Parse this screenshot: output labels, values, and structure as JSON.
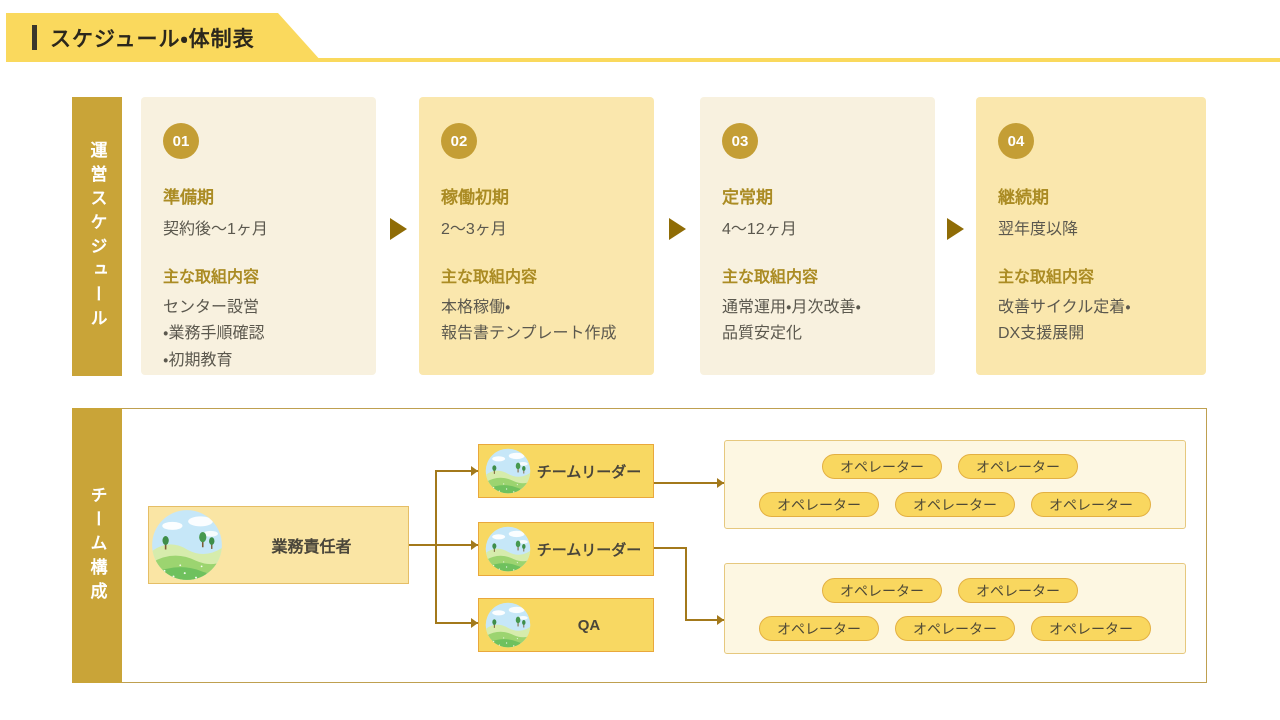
{
  "page": {
    "title": "スケジュール・体制表"
  },
  "schedule": {
    "section_label": "運営スケジュール",
    "phases": [
      {
        "number": "01",
        "name": "準備期",
        "period": "契約後〜1ヶ月",
        "activities_heading": "主な取組内容",
        "activity_lines": [
          "センター設営",
          "・業務手順確認",
          "・初期教育"
        ]
      },
      {
        "number": "02",
        "name": "稼働初期",
        "period": "2〜3ヶ月",
        "activities_heading": "主な取組内容",
        "activity_lines": [
          "本格稼働・",
          "報告書テンプレート作成"
        ]
      },
      {
        "number": "03",
        "name": "定常期",
        "period": "4〜12ヶ月",
        "activities_heading": "主な取組内容",
        "activity_lines": [
          "通常運用・月次改善・",
          "品質安定化"
        ]
      },
      {
        "number": "04",
        "name": "継続期",
        "period": "翌年度以降",
        "activities_heading": "主な取組内容",
        "activity_lines": [
          "改善サイクル定着・",
          "DX支援展開"
        ]
      }
    ]
  },
  "team": {
    "section_label": "チーム構成",
    "manager_label": "業務責任者",
    "lead_labels": [
      "チームリーダー",
      "チームリーダー",
      "QA"
    ],
    "operator_label": "オペレーター"
  },
  "colors": {
    "banner_yellow": "#FAD95D",
    "side_bar_gold": "#C9A438",
    "card_cream": "#F8F1DF",
    "card_yellow": "#FAE7AD",
    "number_circle_gold": "#C49E35",
    "heading_gold": "#AB8C24",
    "body_text": "#5B584E",
    "flow_arrow": "#8F6C06",
    "connector_line": "#A3791B",
    "member_box_yellow": "#F8D862",
    "member_box_border": "#E9A83C",
    "operator_pill_yellow": "#F9D75F",
    "operator_pill_border": "#E3B042",
    "operator_group_cream": "#FDF7E2"
  }
}
